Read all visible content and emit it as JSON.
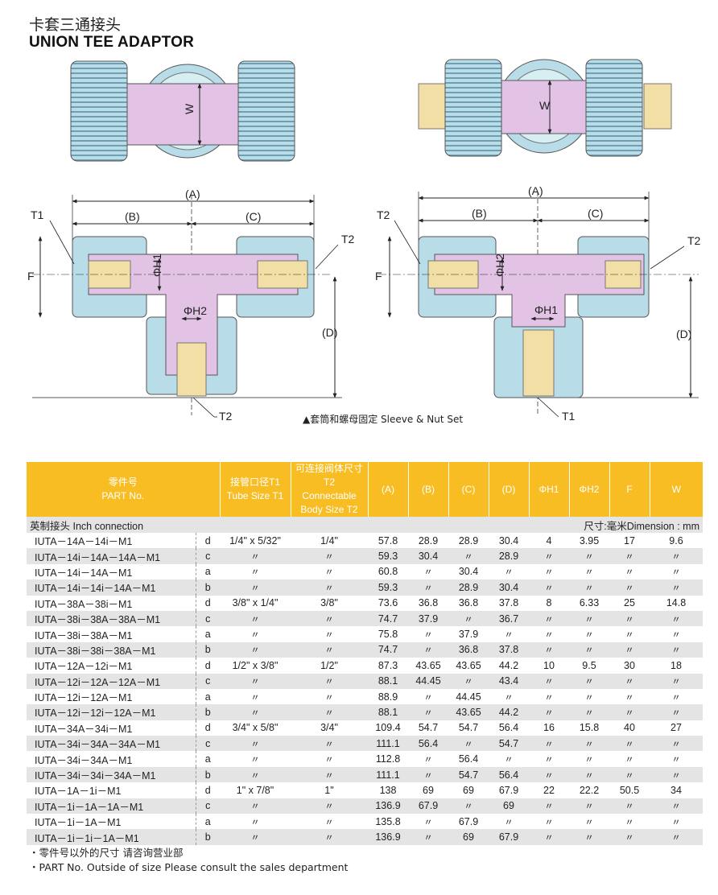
{
  "header": {
    "title_cn": "卡套三通接头",
    "title_en": "UNION TEE ADAPTOR"
  },
  "drawing": {
    "left": {
      "label_w": "W",
      "label_a": "(A)",
      "label_b": "(B)",
      "label_c": "(C)",
      "label_d": "(D)",
      "label_f": "F",
      "label_t1": "T1",
      "label_t2_right": "T2",
      "label_t2_bottom": "T2",
      "label_h1": "ΦH1",
      "label_h2": "ΦH2"
    },
    "right": {
      "label_w": "W",
      "label_a": "(A)",
      "label_b": "(B)",
      "label_c": "(C)",
      "label_d": "(D)",
      "label_f": "F",
      "label_t2_left": "T2",
      "label_t2_right": "T2",
      "label_t1_bottom": "T1",
      "label_h1": "ΦH1",
      "label_h2": "ΦH2"
    },
    "note": "▲套筒和螺母固定 Sleeve & Nut Set"
  },
  "table": {
    "headers": {
      "part_cn": "零件号",
      "part_en": "PART No.",
      "t1_cn": "接管口径T1",
      "t1_en": "Tube Size T1",
      "t2_cn": "可连接阀体尺寸T2",
      "t2_en1": "Connectable",
      "t2_en2": "Body Size T2",
      "a": "(A)",
      "b": "(B)",
      "c": "(C)",
      "d": "(D)",
      "h1": "ΦH1",
      "h2": "ΦH2",
      "f": "F",
      "w": "W"
    },
    "section_left": "英制接头 Inch connection",
    "section_right": "尺寸:毫米Dimension : mm",
    "rows": [
      {
        "part": "IUTA－14A－14i－M1",
        "type": "d",
        "t1": "1/4\" x 5/32\"",
        "t2": "1/4\"",
        "a": "57.8",
        "b": "28.9",
        "c": "28.9",
        "d": "30.4",
        "h1": "4",
        "h2": "3.95",
        "f": "17",
        "w": "9.6"
      },
      {
        "part": "IUTA－14i－14A－14A－M1",
        "type": "c",
        "t1": "〃",
        "t2": "〃",
        "a": "59.3",
        "b": "30.4",
        "c": "〃",
        "d": "28.9",
        "h1": "〃",
        "h2": "〃",
        "f": "〃",
        "w": "〃"
      },
      {
        "part": "IUTA－14i－14A－M1",
        "type": "a",
        "t1": "〃",
        "t2": "〃",
        "a": "60.8",
        "b": "〃",
        "c": "30.4",
        "d": "〃",
        "h1": "〃",
        "h2": "〃",
        "f": "〃",
        "w": "〃"
      },
      {
        "part": "IUTA－14i－14i－14A－M1",
        "type": "b",
        "t1": "〃",
        "t2": "〃",
        "a": "59.3",
        "b": "〃",
        "c": "28.9",
        "d": "30.4",
        "h1": "〃",
        "h2": "〃",
        "f": "〃",
        "w": "〃"
      },
      {
        "part": "IUTA－38A－38i－M1",
        "type": "d",
        "t1": "3/8\" x 1/4\"",
        "t2": "3/8\"",
        "a": "73.6",
        "b": "36.8",
        "c": "36.8",
        "d": "37.8",
        "h1": "8",
        "h2": "6.33",
        "f": "25",
        "w": "14.8"
      },
      {
        "part": "IUTA－38i－38A－38A－M1",
        "type": "c",
        "t1": "〃",
        "t2": "〃",
        "a": "74.7",
        "b": "37.9",
        "c": "〃",
        "d": "36.7",
        "h1": "〃",
        "h2": "〃",
        "f": "〃",
        "w": "〃"
      },
      {
        "part": "IUTA－38i－38A－M1",
        "type": "a",
        "t1": "〃",
        "t2": "〃",
        "a": "75.8",
        "b": "〃",
        "c": "37.9",
        "d": "〃",
        "h1": "〃",
        "h2": "〃",
        "f": "〃",
        "w": "〃"
      },
      {
        "part": "IUTA－38i－38i－38A－M1",
        "type": "b",
        "t1": "〃",
        "t2": "〃",
        "a": "74.7",
        "b": "〃",
        "c": "36.8",
        "d": "37.8",
        "h1": "〃",
        "h2": "〃",
        "f": "〃",
        "w": "〃"
      },
      {
        "part": "IUTA－12A－12i－M1",
        "type": "d",
        "t1": "1/2\" x 3/8\"",
        "t2": "1/2\"",
        "a": "87.3",
        "b": "43.65",
        "c": "43.65",
        "d": "44.2",
        "h1": "10",
        "h2": "9.5",
        "f": "30",
        "w": "18"
      },
      {
        "part": "IUTA－12i－12A－12A－M1",
        "type": "c",
        "t1": "〃",
        "t2": "〃",
        "a": "88.1",
        "b": "44.45",
        "c": "〃",
        "d": "43.4",
        "h1": "〃",
        "h2": "〃",
        "f": "〃",
        "w": "〃"
      },
      {
        "part": "IUTA－12i－12A－M1",
        "type": "a",
        "t1": "〃",
        "t2": "〃",
        "a": "88.9",
        "b": "〃",
        "c": "44.45",
        "d": "〃",
        "h1": "〃",
        "h2": "〃",
        "f": "〃",
        "w": "〃"
      },
      {
        "part": "IUTA－12i－12i－12A－M1",
        "type": "b",
        "t1": "〃",
        "t2": "〃",
        "a": "88.1",
        "b": "〃",
        "c": "43.65",
        "d": "44.2",
        "h1": "〃",
        "h2": "〃",
        "f": "〃",
        "w": "〃"
      },
      {
        "part": "IUTA－34A－34i－M1",
        "type": "d",
        "t1": "3/4\" x 5/8\"",
        "t2": "3/4\"",
        "a": "109.4",
        "b": "54.7",
        "c": "54.7",
        "d": "56.4",
        "h1": "16",
        "h2": "15.8",
        "f": "40",
        "w": "27"
      },
      {
        "part": "IUTA－34i－34A－34A－M1",
        "type": "c",
        "t1": "〃",
        "t2": "〃",
        "a": "111.1",
        "b": "56.4",
        "c": "〃",
        "d": "54.7",
        "h1": "〃",
        "h2": "〃",
        "f": "〃",
        "w": "〃"
      },
      {
        "part": "IUTA－34i－34A－M1",
        "type": "a",
        "t1": "〃",
        "t2": "〃",
        "a": "112.8",
        "b": "〃",
        "c": "56.4",
        "d": "〃",
        "h1": "〃",
        "h2": "〃",
        "f": "〃",
        "w": "〃"
      },
      {
        "part": "IUTA－34i－34i－34A－M1",
        "type": "b",
        "t1": "〃",
        "t2": "〃",
        "a": "111.1",
        "b": "〃",
        "c": "54.7",
        "d": "56.4",
        "h1": "〃",
        "h2": "〃",
        "f": "〃",
        "w": "〃"
      },
      {
        "part": "IUTA－1A－1i－M1",
        "type": "d",
        "t1": "1\" x 7/8\"",
        "t2": "1\"",
        "a": "138",
        "b": "69",
        "c": "69",
        "d": "67.9",
        "h1": "22",
        "h2": "22.2",
        "f": "50.5",
        "w": "34"
      },
      {
        "part": "IUTA－1i－1A－1A－M1",
        "type": "c",
        "t1": "〃",
        "t2": "〃",
        "a": "136.9",
        "b": "67.9",
        "c": "〃",
        "d": "69",
        "h1": "〃",
        "h2": "〃",
        "f": "〃",
        "w": "〃"
      },
      {
        "part": "IUTA－1i－1A－M1",
        "type": "a",
        "t1": "〃",
        "t2": "〃",
        "a": "135.8",
        "b": "〃",
        "c": "67.9",
        "d": "〃",
        "h1": "〃",
        "h2": "〃",
        "f": "〃",
        "w": "〃"
      },
      {
        "part": "IUTA－1i－1i－1A－M1",
        "type": "b",
        "t1": "〃",
        "t2": "〃",
        "a": "136.9",
        "b": "〃",
        "c": "69",
        "d": "67.9",
        "h1": "〃",
        "h2": "〃",
        "f": "〃",
        "w": "〃"
      }
    ]
  },
  "footer": {
    "note_cn": "・零件号以外的尺寸 请咨询营业部",
    "note_en": "・PART No. Outside of size Please consult the sales department"
  },
  "colors": {
    "header_bg": "#f7bd23",
    "body_pink": "#e2c3e6",
    "nut_blue": "#b8dde8",
    "sleeve_tan": "#f1dfa6",
    "row_gray": "#e4e4e4"
  }
}
